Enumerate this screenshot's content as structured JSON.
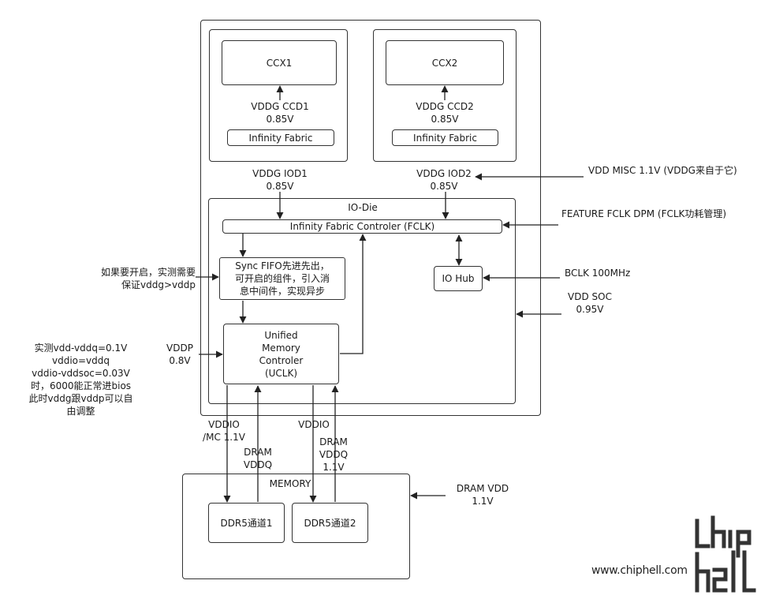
{
  "diagram": {
    "blocks": {
      "ccx1": "CCX1",
      "ccx2": "CCX2",
      "if1": "Infinity Fabric",
      "if2": "Infinity Fabric",
      "iodie": "IO-Die",
      "fclk": "Infinity Fabric Controler (FCLK)",
      "sync": "Sync FIFO先进先出，\n可开启的组件，引入消\n息中间件，实现异步",
      "iohub": "IO Hub",
      "umc": "Unified\nMemory\nControler\n(UCLK)",
      "memory": "MEMORY",
      "ddr1": "DDR5通道1",
      "ddr2": "DDR5通道2"
    },
    "labels": {
      "vddg_ccd1": "VDDG CCD1\n0.85V",
      "vddg_ccd2": "VDDG CCD2\n0.85V",
      "vddg_iod1": "VDDG IOD1\n0.85V",
      "vddg_iod2": "VDDG IOD2\n0.85V",
      "vdd_misc": "VDD MISC 1.1V (VDDG来自于它)",
      "feature_fclk": "FEATURE FCLK DPM (FCLK功耗管理)",
      "bclk": "BCLK 100MHz",
      "vdd_soc": "VDD SOC\n0.95V",
      "sync_note": "如果要开启，实测需要\n保证vddg>vddp",
      "vddp": "VDDP\n0.8V",
      "measured_note": "实测vdd-vddq=0.1V\nvddio=vddq\nvddio-vddsoc=0.03V\n时，6000能正常进bios\n此时vddg跟vddp可以自\n由调整",
      "vddio_mc": "VDDIO\n/MC 1.1V",
      "dram_vddq_left": "DRAM\nVDDQ",
      "vddio": "VDDIO",
      "dram_vddq_right": "DRAM\nVDDQ\n1.1V",
      "dram_vdd": "DRAM VDD\n1.1V"
    },
    "watermark": {
      "url": "www.chiphell.com"
    }
  }
}
